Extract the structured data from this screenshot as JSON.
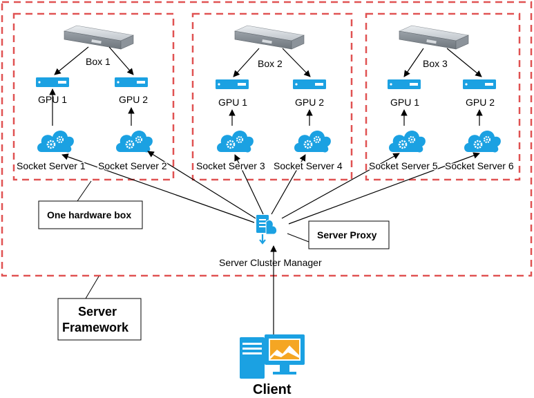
{
  "framework": {
    "callout": [
      "Server",
      "Framework"
    ],
    "hardware_callout": "One hardware box",
    "proxy_callout": "Server Proxy",
    "manager_label": "Server Cluster Manager",
    "client_label": "Client"
  },
  "boxes": [
    {
      "label": "Box 1",
      "gpus": [
        "GPU 1",
        "GPU 2"
      ],
      "sockets": [
        "Socket Server 1",
        "Socket Server 2"
      ]
    },
    {
      "label": "Box 2",
      "gpus": [
        "GPU 1",
        "GPU 2"
      ],
      "sockets": [
        "Socket Server 3",
        "Socket Server 4"
      ]
    },
    {
      "label": "Box 3",
      "gpus": [
        "GPU 1",
        "GPU 2"
      ],
      "sockets": [
        "Socket Server 5",
        "Socket Server 6"
      ]
    }
  ],
  "colors": {
    "dashed_border": "#e05252",
    "icon_blue": "#1ba1e2",
    "icon_blue_dark": "#0e7fc0",
    "line": "#000000"
  },
  "icons": {
    "server": "server-rack-icon",
    "gpu": "gpu-card-icon",
    "socket": "cloud-gear-icon",
    "manager": "cluster-manager-icon",
    "client": "client-workstation-icon"
  }
}
